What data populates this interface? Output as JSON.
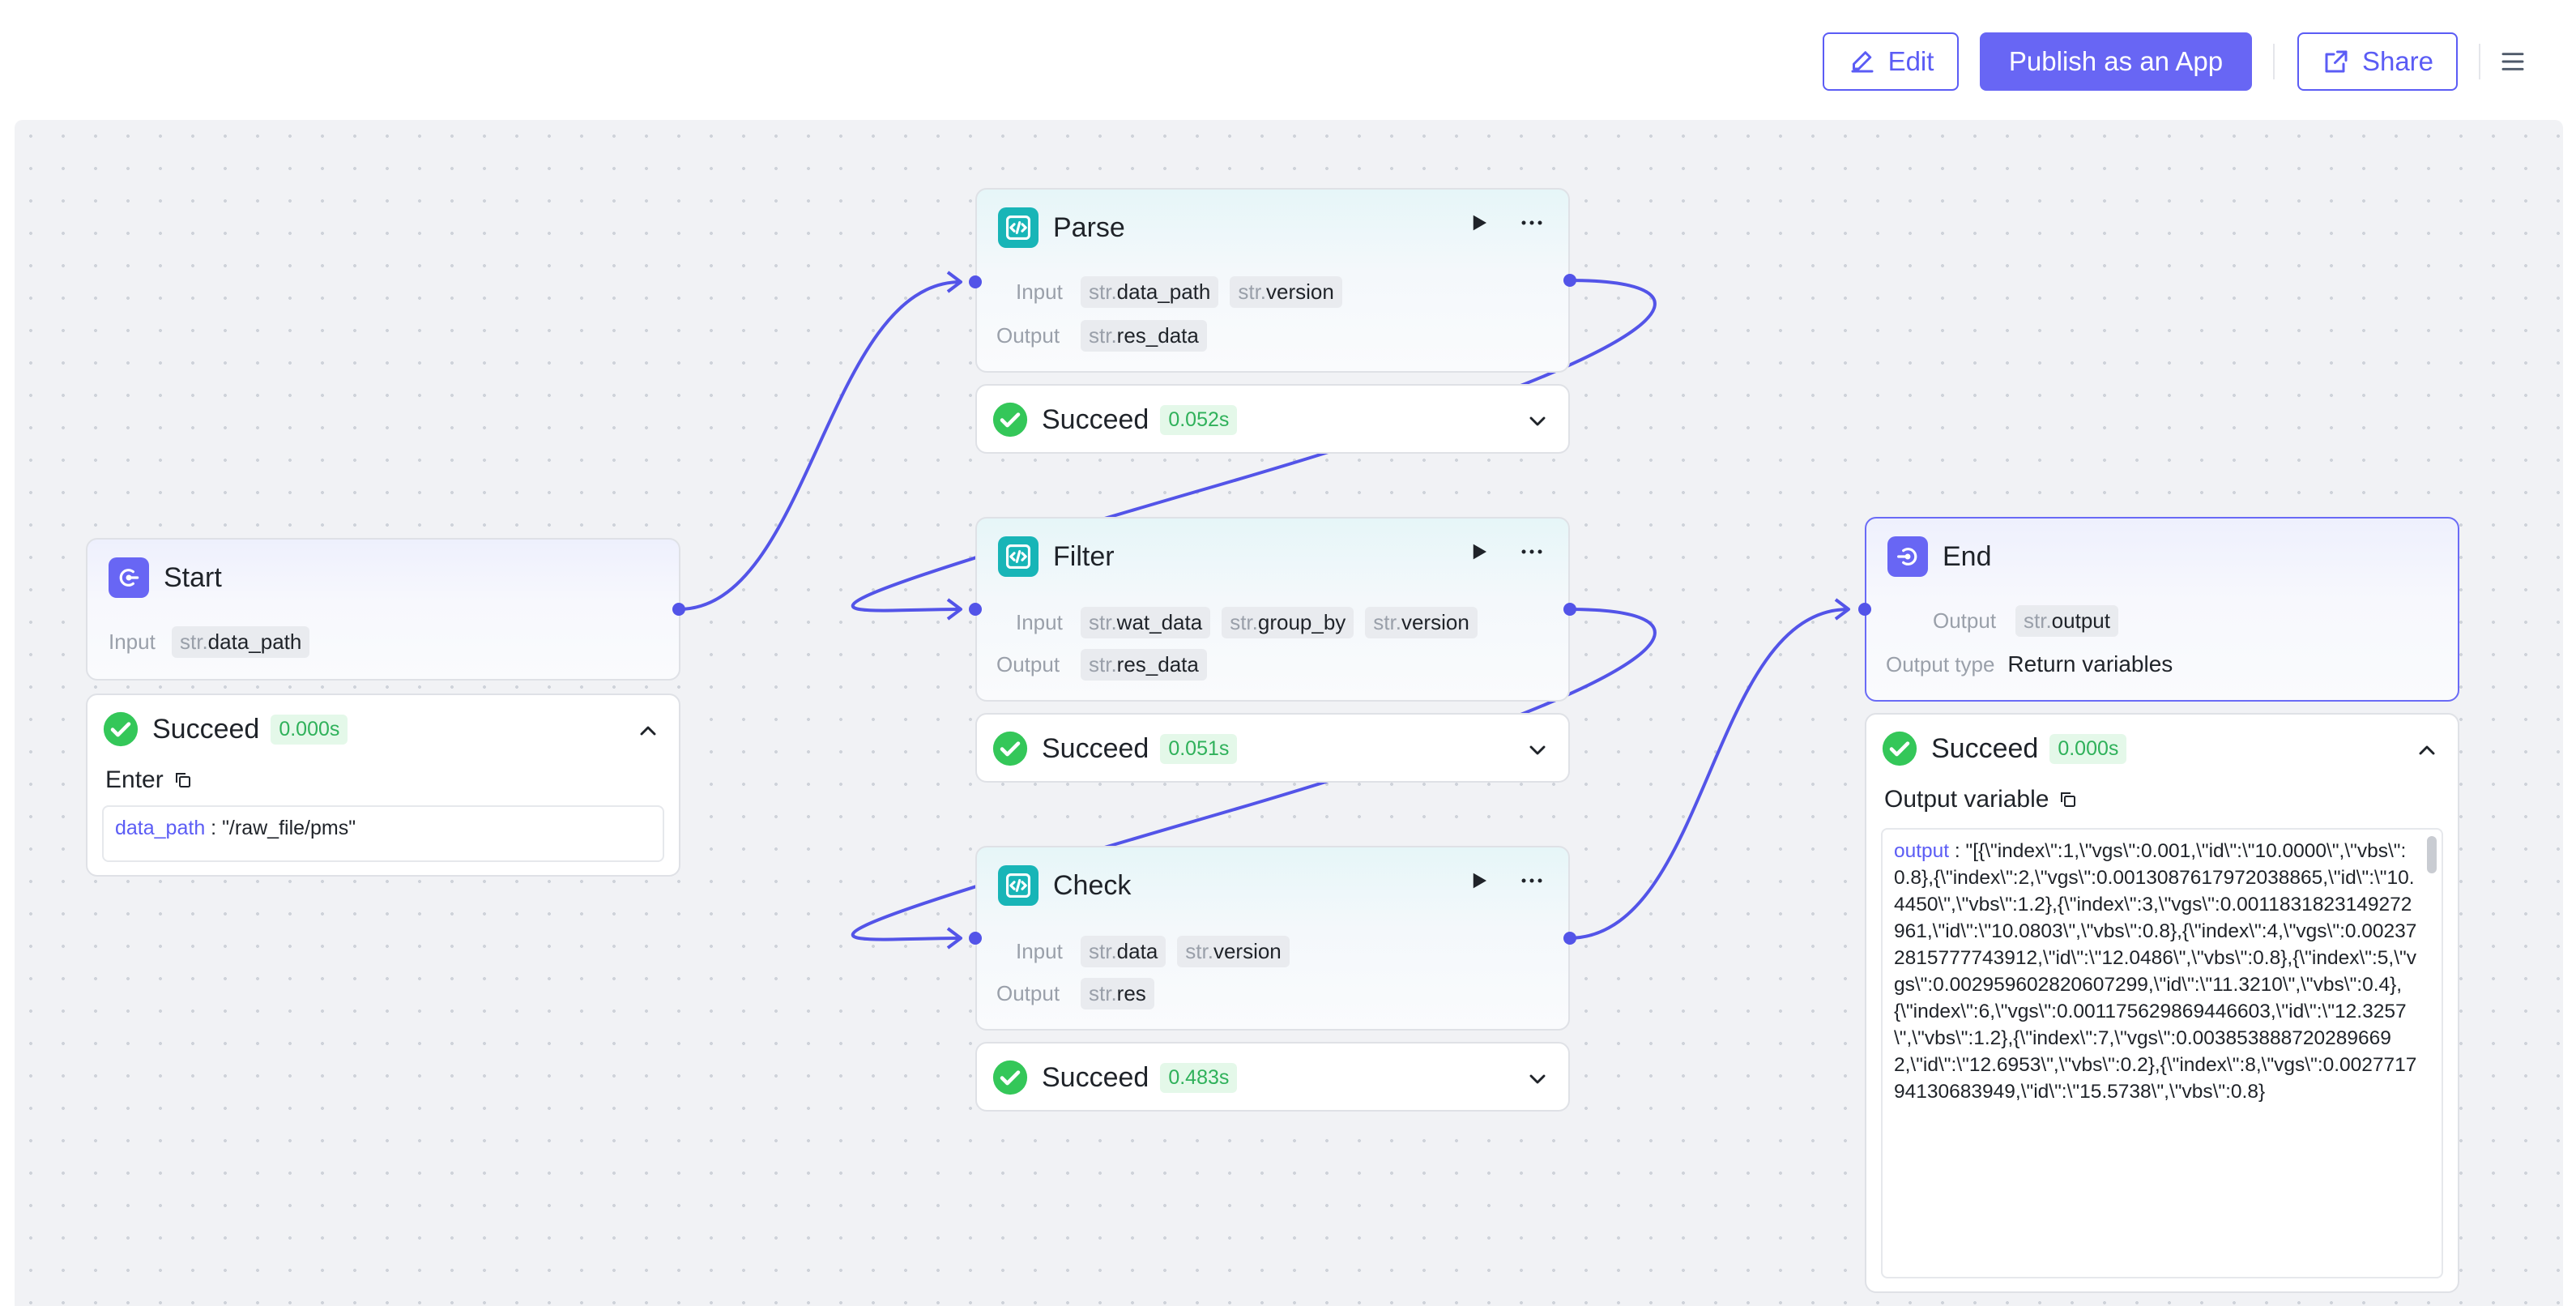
{
  "header": {
    "edit_label": "Edit",
    "publish_label": "Publish as an App",
    "share_label": "Share"
  },
  "icons": {
    "edit": "pencil-icon",
    "share": "external-link-icon",
    "menu": "hamburger-menu-icon",
    "start": "start-node-icon",
    "code": "code-icon",
    "end": "end-node-icon",
    "run": "play-icon",
    "more": "more-dots-icon",
    "success": "check-circle-icon",
    "copy": "copy-icon",
    "expand": "chevron-down-icon",
    "collapse": "chevron-up-icon"
  },
  "colors": {
    "accent": "#6866f4",
    "edge": "#5354e8",
    "code_icon": "#18b5b7",
    "success": "#34c759",
    "success_badge_bg": "#e4f8e9",
    "success_badge_text": "#2fb15a"
  },
  "type_prefix": "str.",
  "labels": {
    "input": "Input",
    "output": "Output",
    "output_type": "Output type"
  },
  "nodes": {
    "start": {
      "title": "Start",
      "inputs": [
        "data_path"
      ],
      "result": {
        "status": "Succeed",
        "time": "0.000s",
        "section_title": "Enter",
        "var_key": "data_path",
        "var_sep": " : ",
        "var_value": "\"/raw_file/pms\""
      }
    },
    "parse": {
      "title": "Parse",
      "inputs": [
        "data_path",
        "version"
      ],
      "outputs": [
        "res_data"
      ],
      "result": {
        "status": "Succeed",
        "time": "0.052s"
      }
    },
    "filter": {
      "title": "Filter",
      "inputs": [
        "wat_data",
        "group_by",
        "version"
      ],
      "outputs": [
        "res_data"
      ],
      "result": {
        "status": "Succeed",
        "time": "0.051s"
      }
    },
    "check": {
      "title": "Check",
      "inputs": [
        "data",
        "version"
      ],
      "outputs": [
        "res"
      ],
      "result": {
        "status": "Succeed",
        "time": "0.483s"
      }
    },
    "end": {
      "title": "End",
      "outputs": [
        "output"
      ],
      "output_type_value": "Return variables",
      "result": {
        "status": "Succeed",
        "time": "0.000s",
        "section_title": "Output variable",
        "var_key": "output",
        "var_sep": " : ",
        "var_value": "\"[{\\\"index\\\":1,\\\"vgs\\\":0.001,\\\"id\\\":\\\"10.0000\\\",\\\"vbs\\\":0.8},{\\\"index\\\":2,\\\"vgs\\\":0.0013087617972038865,\\\"id\\\":\\\"10.4450\\\",\\\"vbs\\\":1.2},{\\\"index\\\":3,\\\"vgs\\\":0.0011831823149272961,\\\"id\\\":\\\"10.0803\\\",\\\"vbs\\\":0.8},{\\\"index\\\":4,\\\"vgs\\\":0.002372815777743912,\\\"id\\\":\\\"12.0486\\\",\\\"vbs\\\":0.8},{\\\"index\\\":5,\\\"vgs\\\":0.002959602820607299,\\\"id\\\":\\\"11.3210\\\",\\\"vbs\\\":0.4},{\\\"index\\\":6,\\\"vgs\\\":0.001175629869446603,\\\"id\\\":\\\"12.3257\\\",\\\"vbs\\\":1.2},{\\\"index\\\":7,\\\"vgs\\\":0.0038538887202896692,\\\"id\\\":\\\"12.6953\\\",\\\"vbs\\\":0.2},{\\\"index\\\":8,\\\"vgs\\\":0.002771794130683949,\\\"id\\\":\\\"15.5738\\\",\\\"vbs\\\":0.8}"
      }
    }
  }
}
